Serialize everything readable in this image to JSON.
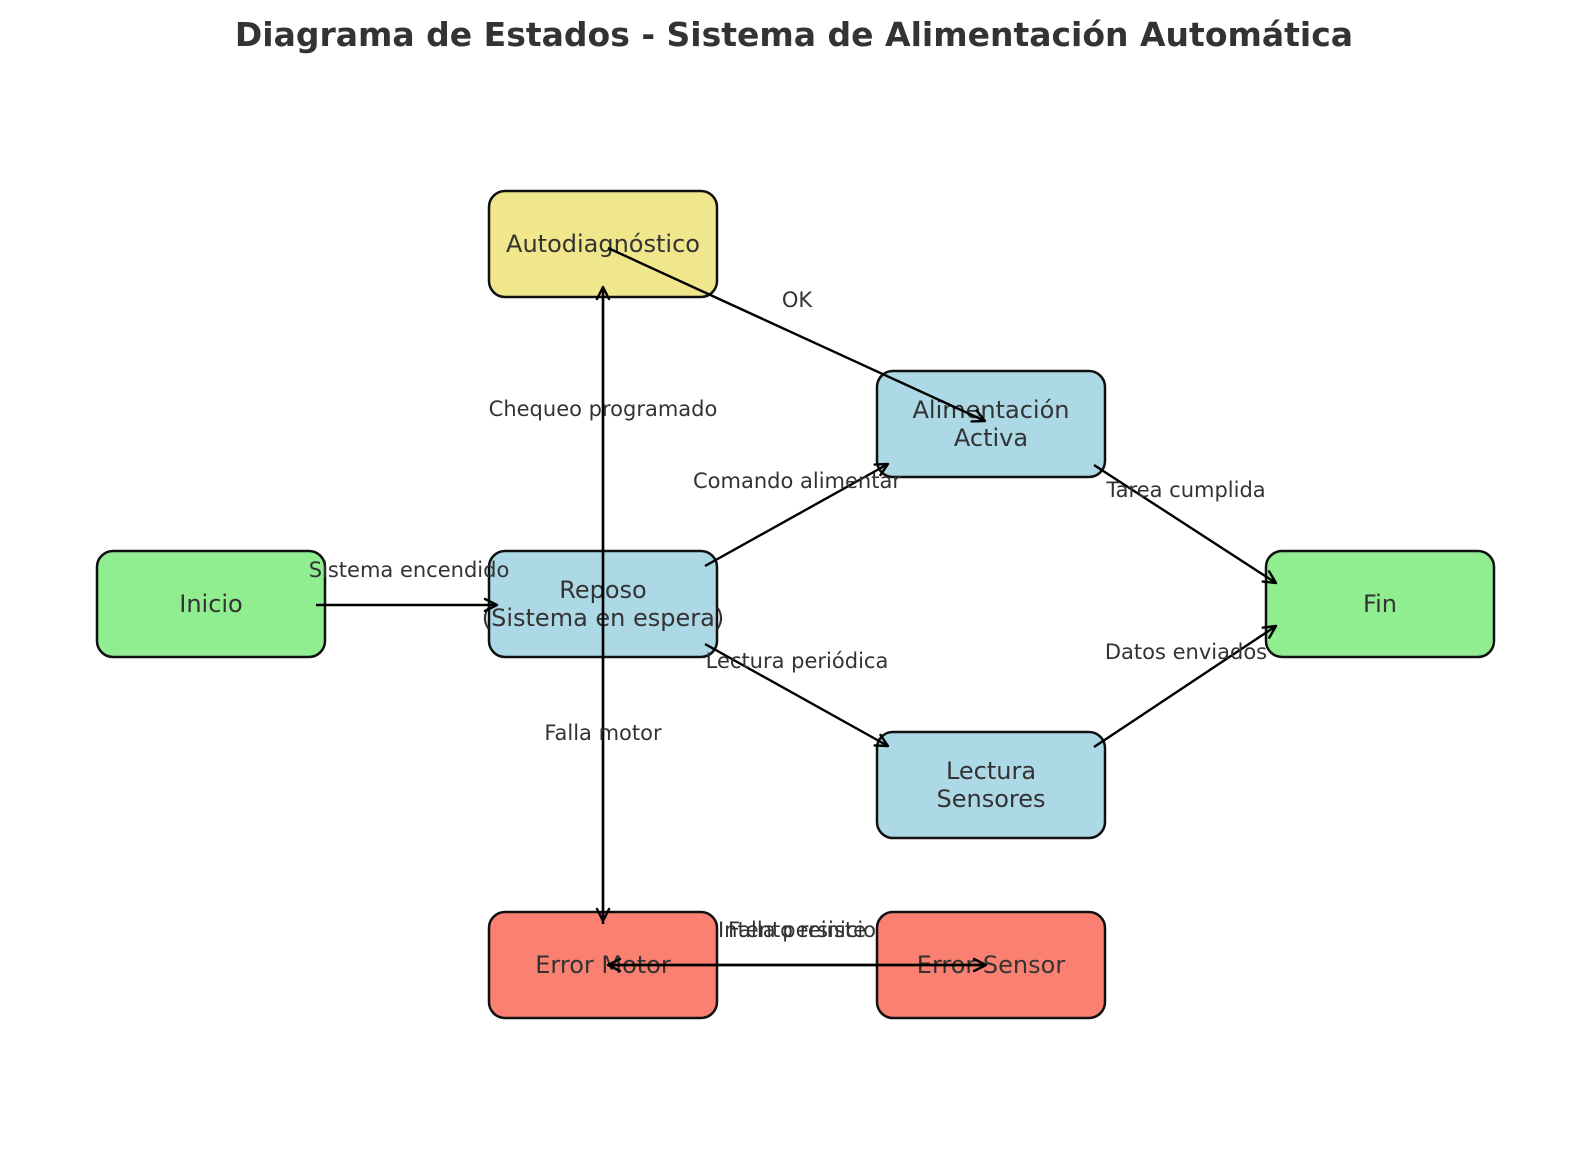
{
  "title": "Diagrama de Estados - Sistema de Alimentación Automática",
  "colors": {
    "start_end": "#90EE90",
    "normal": "#ADD8E6",
    "diagnostic": "#F0E68C",
    "error": "#FA8072"
  },
  "nodes": {
    "inicio": {
      "lines": [
        "Inicio"
      ],
      "kind": "start_end"
    },
    "reposo": {
      "lines": [
        "Reposo",
        "(Sistema en espera)"
      ],
      "kind": "normal"
    },
    "autodiagnostico": {
      "lines": [
        "Autodiagnóstico"
      ],
      "kind": "diagnostic"
    },
    "alimentacion": {
      "lines": [
        "Alimentación",
        "Activa"
      ],
      "kind": "normal"
    },
    "lectura": {
      "lines": [
        "Lectura",
        "Sensores"
      ],
      "kind": "normal"
    },
    "fin": {
      "lines": [
        "Fin"
      ],
      "kind": "start_end"
    },
    "error_motor": {
      "lines": [
        "Error Motor"
      ],
      "kind": "error"
    },
    "error_sensor": {
      "lines": [
        "Error Sensor"
      ],
      "kind": "error"
    }
  },
  "edges": [
    {
      "from": "inicio",
      "to": "reposo",
      "label": "Sistema encendido"
    },
    {
      "from": "reposo",
      "to": "alimentacion",
      "label": "Comando alimentar"
    },
    {
      "from": "reposo",
      "to": "lectura",
      "label": "Lectura periódica"
    },
    {
      "from": "reposo",
      "to": "autodiagnostico",
      "label": "Chequeo programado"
    },
    {
      "from": "autodiagnostico",
      "to": "alimentacion",
      "label": "OK"
    },
    {
      "from": "alimentacion",
      "to": "fin",
      "label": "Tarea cumplida"
    },
    {
      "from": "lectura",
      "to": "fin",
      "label": "Datos enviados"
    },
    {
      "from": "autodiagnostico",
      "to": "error_motor",
      "label": "Falla motor"
    },
    {
      "from": "error_motor",
      "to": "error_sensor",
      "label": "Falla persiste"
    },
    {
      "from": "error_sensor",
      "to": "error_motor",
      "label": "Intento reinicio"
    }
  ]
}
